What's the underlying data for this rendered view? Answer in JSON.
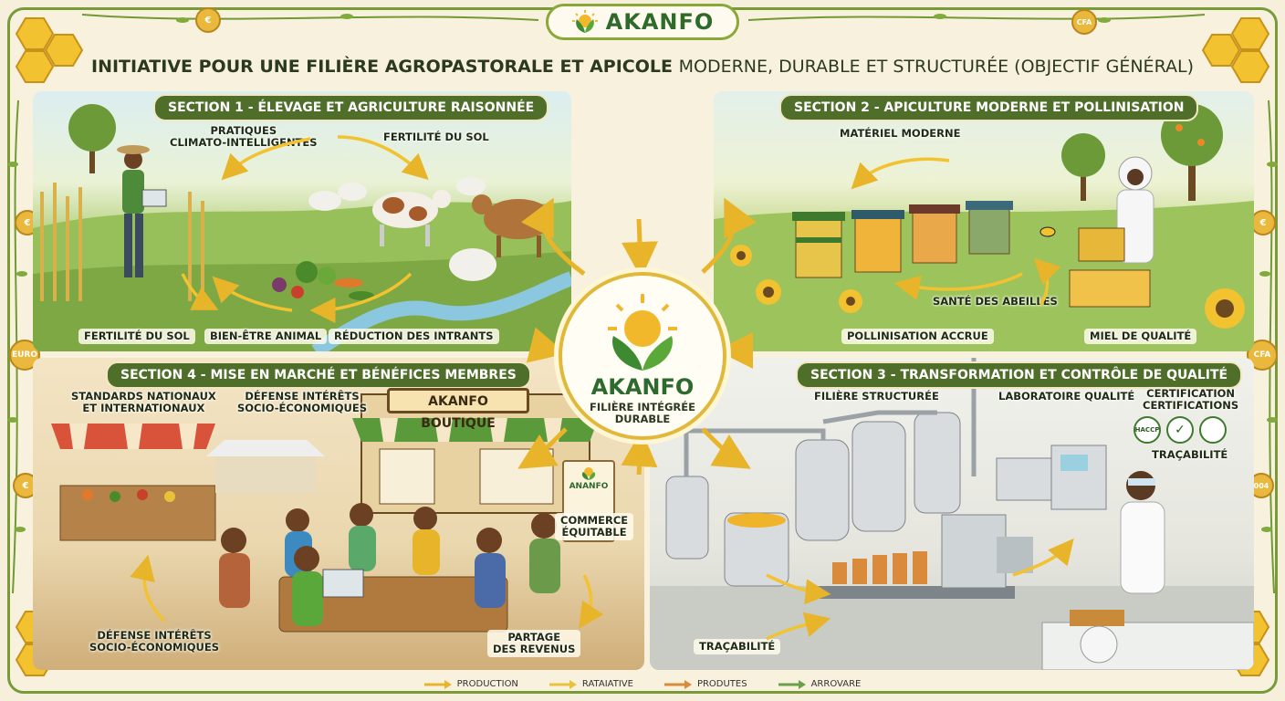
{
  "header": {
    "brand": "AKANFO",
    "title_bold": "INITIATIVE POUR UNE FILIÈRE AGROPASTORALE ET APICOLE",
    "title_light": "MODERNE, DURABLE ET STRUCTURÉE (OBJECTIF GÉNÉRAL)"
  },
  "sections": {
    "s1": {
      "title": "SECTION 1 - ÉLEVAGE ET AGRICULTURE RAISONNÉE",
      "labels": {
        "pratiques": "PRATIQUES\nCLIMATO-INTELLIGENTES",
        "fertilite_top": "FERTILITÉ DU SOL",
        "fertilite_bottom": "FERTILITÉ DU SOL",
        "bien_etre": "BIEN-ÊTRE ANIMAL",
        "reduction": "RÉDUCTION DES INTRANTS"
      }
    },
    "s2": {
      "title": "SECTION 2 - APICULTURE MODERNE ET POLLINISATION",
      "labels": {
        "materiel": "MATÉRIEL MODERNE",
        "sante": "SANTÉ DES ABEILLES",
        "pollinisation": "POLLINISATION ACCRUE",
        "miel": "MIEL DE QUALITÉ"
      }
    },
    "s3": {
      "title": "SECTION 3 - TRANSFORMATION ET CONTRÔLE DE QUALITÉ",
      "labels": {
        "filiere": "FILIÈRE STRUCTURÉE",
        "laboratoire": "LABORATOIRE QUALITÉ",
        "certification": "CERTIFICATION\nCERTIFICATIONS",
        "tracabilite_top": "TRAÇABILITÉ",
        "tracabilite_bottom": "TRAÇABILITÉ",
        "haccp": "HACCP"
      }
    },
    "s4": {
      "title": "SECTION 4 - MISE EN MARCHÉ ET BÉNÉFICES MEMBRES",
      "labels": {
        "standards": "STANDARDS NATIONAUX\nET INTERNATIONAUX",
        "defense_top": "DÉFENSE INTÉRÊTS\nSOCIO-ÉCONOMIQUES",
        "boutique": "AKANFO BOUTIQUE",
        "commerce": "COMMERCE\nÉQUITABLE",
        "defense_bottom": "DÉFENSE INTÉRÊTS\nSOCIO-ÉCONOMIQUES",
        "partage": "PARTAGE\nDES REVENUS",
        "sign": "ANANFO"
      }
    }
  },
  "center": {
    "name": "AKANFO",
    "subtitle": "FILIÈRE INTÉGRÉE\nDURABLE"
  },
  "coins": [
    "€",
    "€",
    "EURO",
    "€",
    "CFA",
    "€",
    "CFA",
    "004"
  ],
  "legend": [
    {
      "label": "PRODUCTION",
      "color": "#e8b52a"
    },
    {
      "label": "RATAIATIVE",
      "color": "#e8c23a"
    },
    {
      "label": "PRODUTES",
      "color": "#d98a3a"
    },
    {
      "label": "ARROVARE",
      "color": "#6aa04a"
    }
  ],
  "colors": {
    "accent_green": "#4f6e2a",
    "brand_green": "#2d6a2e",
    "arrow_gold": "#e8b52a",
    "honey": "#f2c230"
  }
}
